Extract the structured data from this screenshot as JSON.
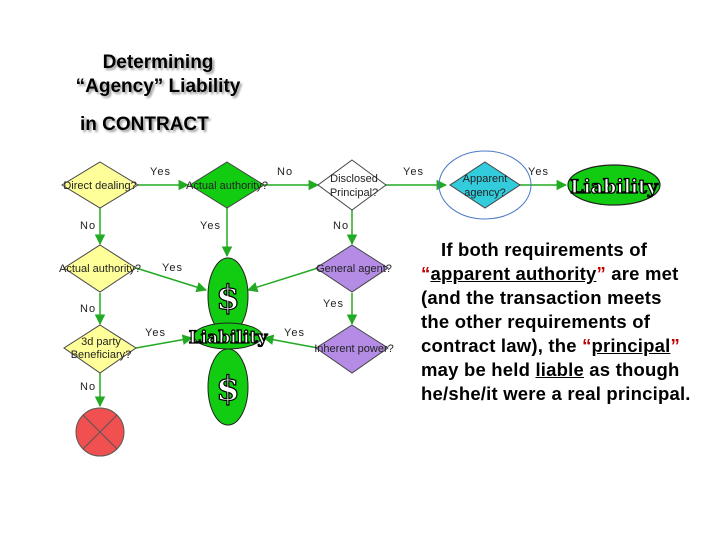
{
  "title": {
    "line1": "Determining",
    "line2": "“Agency” Liability",
    "line3": "in CONTRACT"
  },
  "nodes": {
    "direct_dealing": "Direct dealing?",
    "actual_authority_1": "Actual authority?",
    "disclosed_1": "Disclosed",
    "disclosed_2": "Principal?",
    "apparent_1": "Apparent",
    "apparent_2": "agency?",
    "liability_top": "Liability",
    "actual_authority_2": "Actual authority?",
    "general_agent": "General agent?",
    "third_party_1": "3d party",
    "third_party_2": "Beneficiary?",
    "liability_mid": "Liability",
    "inherent_power": "Inherent power?",
    "dollar_1": "$",
    "dollar_2": "$"
  },
  "edges": {
    "yes": "Yes",
    "no": "No"
  },
  "paragraph": {
    "p1": "If both requirements of ",
    "q_open": "“",
    "apparent_authority": "apparent authority",
    "q_close": "”",
    "p2": " are met (and the transaction meets the other requirements of contract law), the ",
    "q_open2": "“",
    "principal": "principal",
    "q_close2": "”",
    "p3": " may be held ",
    "liable": "liable",
    "p4": " as though he/she/it were a real principal."
  },
  "colors": {
    "yellow": "#ffff99",
    "green": "#11cc11",
    "cyan": "#33ccdd",
    "purple": "#b48ce6",
    "red": "#f05050",
    "green_edge": "#22aa22"
  }
}
